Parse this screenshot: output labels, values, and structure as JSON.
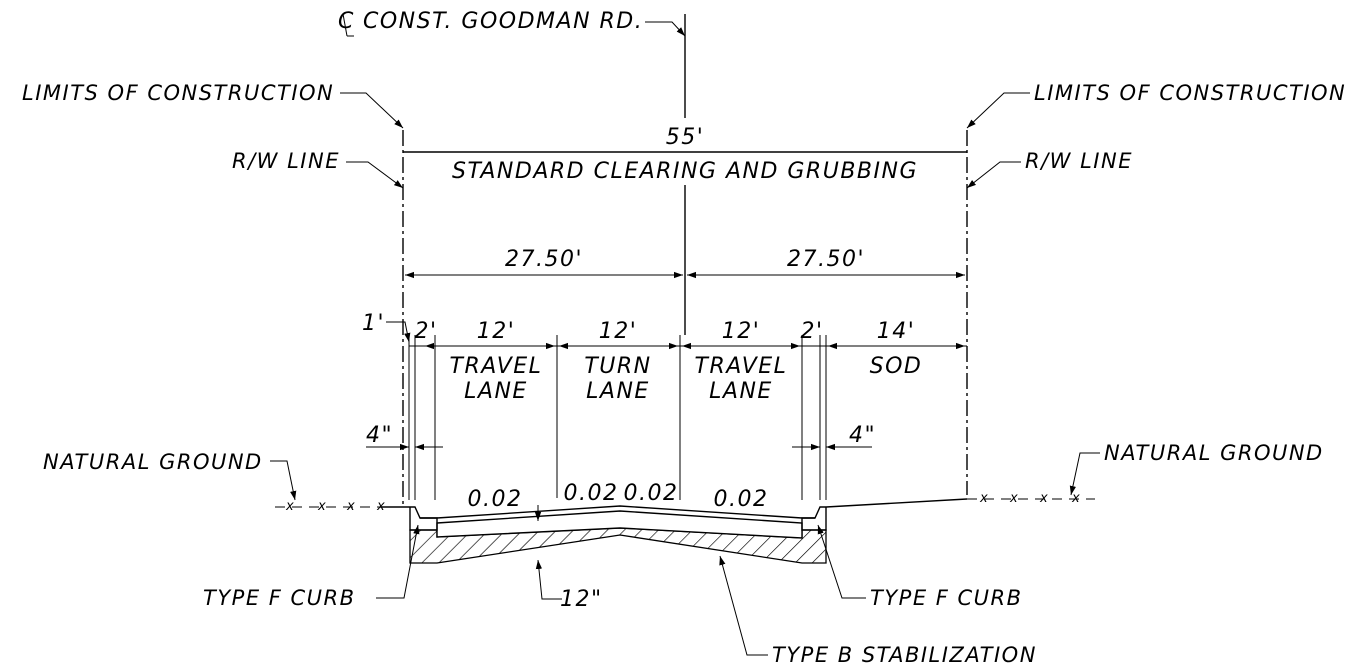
{
  "title": "TYPICAL SECTION",
  "labels": {
    "centerline": "CONST. GOODMAN RD.",
    "limits_left": "LIMITS OF CONSTRUCTION",
    "limits_right": "LIMITS OF CONSTRUCTION",
    "rw_left": "R/W LINE",
    "rw_right": "R/W LINE",
    "total_width": "55'",
    "clearing": "STANDARD CLEARING AND GRUBBING",
    "half_left": "27.50'",
    "half_right": "27.50'",
    "dim_1ft": "1'",
    "dim_2ft_left": "2'",
    "dim_12_a": "12'",
    "dim_12_b": "12'",
    "dim_12_c": "12'",
    "dim_2ft_right": "2'",
    "dim_14": "14'",
    "lane1_l1": "TRAVEL",
    "lane1_l2": "LANE",
    "lane2_l1": "TURN",
    "lane2_l2": "LANE",
    "lane3_l1": "TRAVEL",
    "lane3_l2": "LANE",
    "sod": "SOD",
    "curb_w_left": "4\"",
    "curb_w_right": "4\"",
    "natural_ground_left": "NATURAL GROUND",
    "natural_ground_right": "NATURAL GROUND",
    "slope_1": "0.02",
    "slope_2": "0.02",
    "slope_3": "0.02",
    "slope_4": "0.02",
    "curb_left": "TYPE F CURB",
    "curb_right": "TYPE F CURB",
    "stab_depth": "12\"",
    "stabilization": "TYPE B STABILIZATION"
  }
}
